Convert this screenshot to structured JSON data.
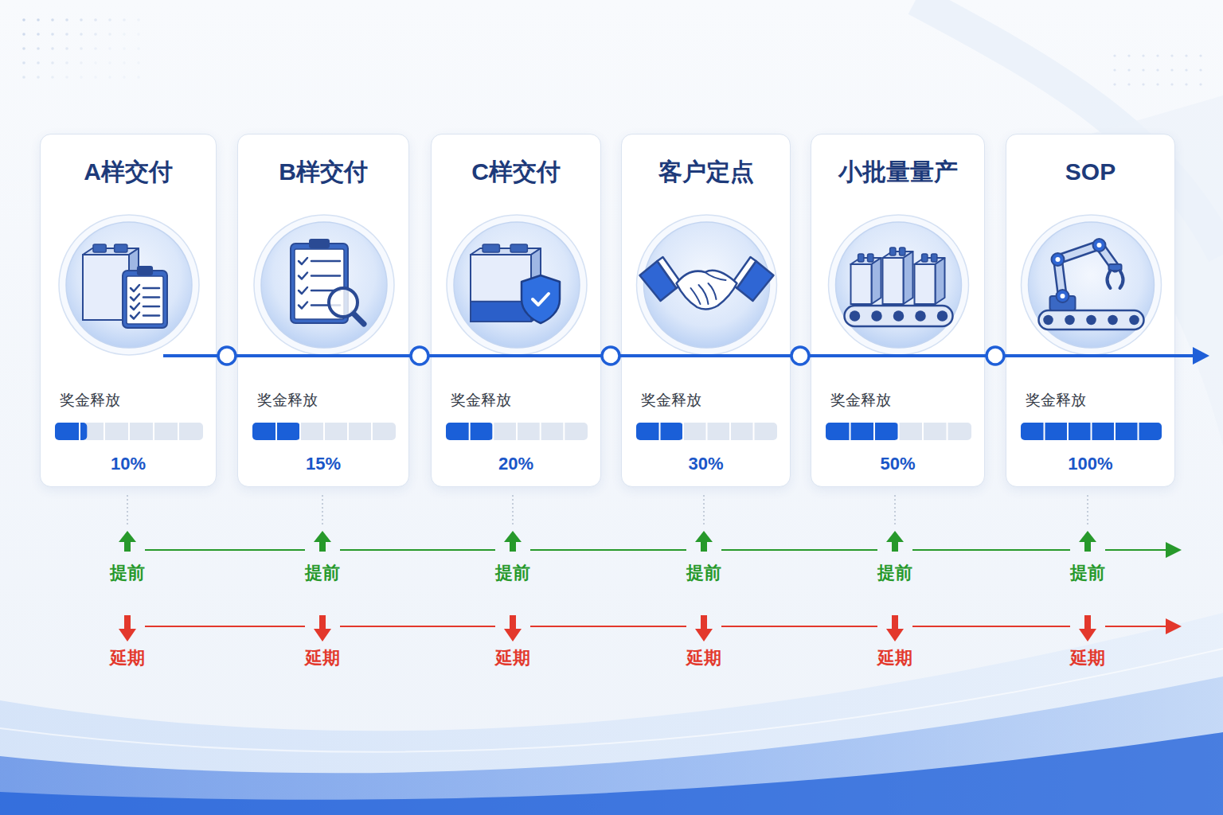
{
  "diagram": {
    "nodes": [
      {
        "text": [
          "A样交付",
          "奖金释放",
          "10%"
        ]
      },
      {
        "text": [
          "B样交付",
          "奖金释放",
          "15%"
        ]
      },
      {
        "text": [
          "C样交付",
          "奖金释放",
          "20%"
        ]
      },
      {
        "text": [
          "客户定点",
          "奖金释放",
          "30%"
        ]
      },
      {
        "text": [
          "小批量量产",
          "奖金释放",
          "50%"
        ]
      },
      {
        "text": [
          "SOP",
          "奖金释放",
          "100%"
        ]
      }
    ],
    "edges": [
      {
        "from": 0,
        "to": 1,
        "arrow": "none"
      },
      {
        "from": 1,
        "to": 2,
        "arrow": "none"
      },
      {
        "from": 2,
        "to": 3,
        "arrow": "none"
      },
      {
        "from": 3,
        "to": 4,
        "arrow": "none"
      },
      {
        "from": 4,
        "to": 5,
        "arrow": "none"
      }
    ],
    "labels": [
      "提前",
      "提前",
      "提前",
      "提前",
      "提前",
      "提前",
      "延期",
      "延期",
      "延期",
      "延期",
      "延期",
      "延期"
    ]
  }
}
